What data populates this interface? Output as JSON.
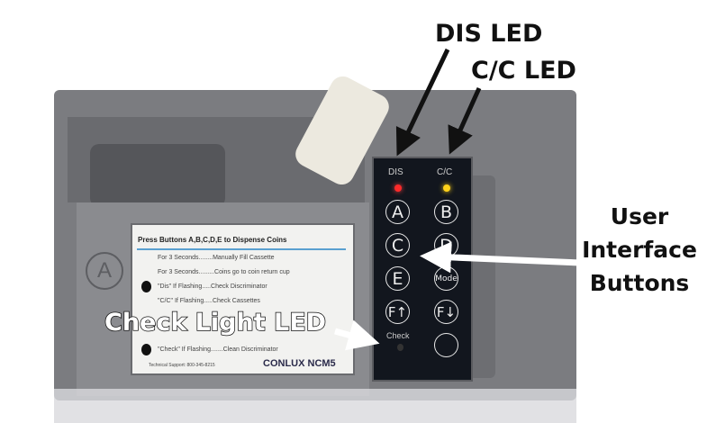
{
  "callouts": {
    "dis_led": "DIS LED",
    "cc_led": "C/C LED",
    "user_interface_buttons": [
      "User",
      "Interface",
      "Buttons"
    ],
    "check_light_led": "Check Light LED"
  },
  "panel": {
    "dis_label": "DIS",
    "cc_label": "C/C",
    "check_label": "Check",
    "dis_led_color": "#ff2a2a",
    "cc_led_color": "#ffd21a",
    "buttons": [
      "A",
      "B",
      "C",
      "D",
      "E",
      "Mode",
      "F↑",
      "F↓",
      ""
    ]
  },
  "instruction_card": {
    "title": "Press Buttons A,B,C,D,E to Dispense Coins",
    "lines": [
      "For 3 Seconds........Manually Fill Cassette",
      "For 3 Seconds.........Coins go to coin return cup",
      "\"Dis\" If Flashing.....Check Discriminator",
      "\"C/C\" If Flashing.....Check Cassettes",
      "\"Check\" If Flashing.......Clean Discriminator"
    ],
    "support": "Technical Support: 800-345-8215",
    "brand": "CONLUX NCM5"
  },
  "device_marks": {
    "slot_letter": "A"
  }
}
